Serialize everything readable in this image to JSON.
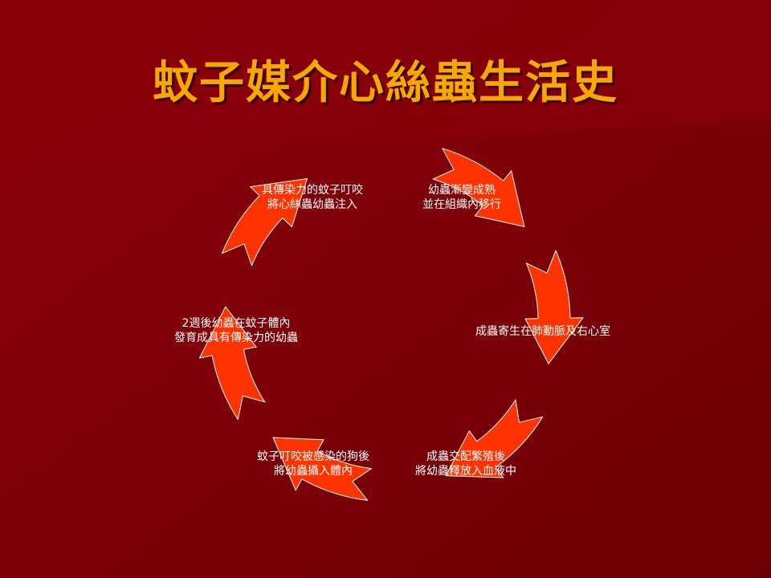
{
  "slide": {
    "title": "蚊子媒介心絲蟲生活史",
    "colors": {
      "background": "#7a0008",
      "title": "#f7a800",
      "arrow_fill": "#ff3300",
      "arrow_stroke": "#ffffff",
      "text": "#ffffff"
    }
  },
  "cycle": {
    "steps": [
      {
        "lines": [
          "具傳染力的蚊子叮咬",
          "將心絲蟲幼蟲注入"
        ]
      },
      {
        "lines": [
          "幼蟲漸變成熟",
          "並在組織內移行"
        ]
      },
      {
        "lines": [
          "成蟲寄生在肺動脈及右心室"
        ]
      },
      {
        "lines": [
          "成蟲交配繁殖後",
          "將幼蟲釋放入血液中"
        ]
      },
      {
        "lines": [
          "蚊子叮咬被感染的狗後",
          "將幼蟲攝入體內"
        ]
      },
      {
        "lines": [
          "2週後幼蟲在蚊子體內",
          "發育成具有傳染力的幼蟲"
        ]
      }
    ],
    "arrow_icon": "curved-arrow-icon"
  }
}
